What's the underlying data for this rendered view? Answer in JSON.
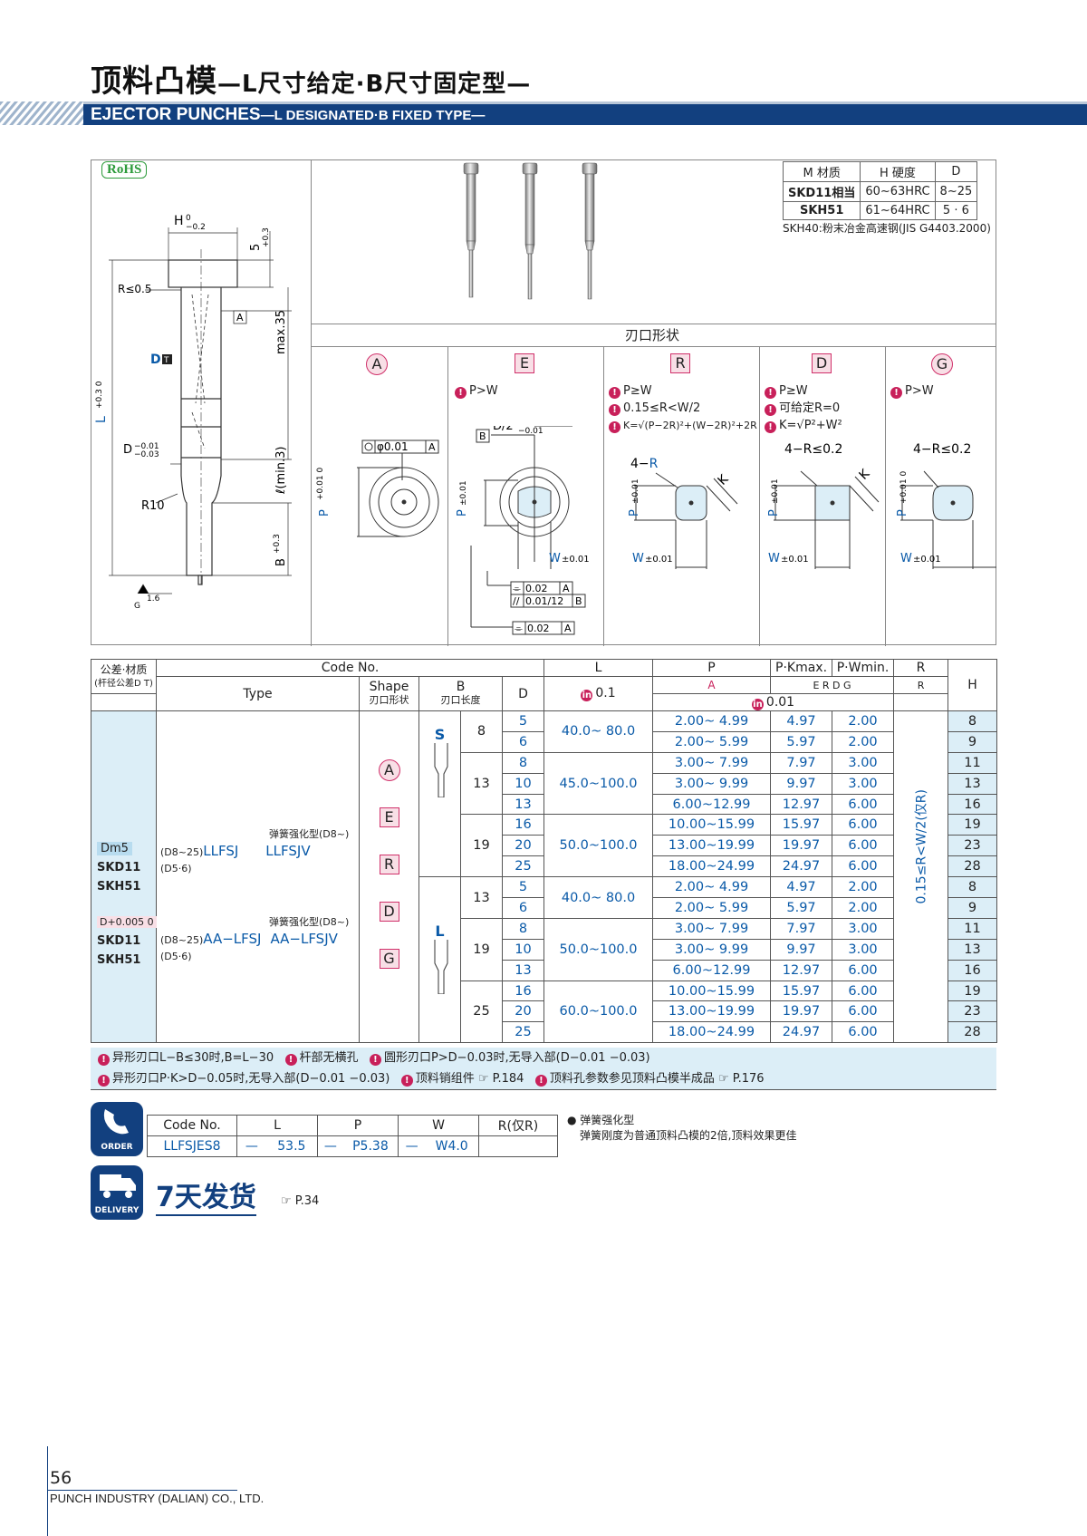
{
  "title": {
    "cn_main": "顶料凸模",
    "cn_sub": "—L尺寸给定·B尺寸固定型—",
    "en_main": "EJECTOR PUNCHES",
    "en_sub": "—L DESIGNATED·B FIXED TYPE—"
  },
  "rohs": "RoHS",
  "drawing_labels": {
    "H": "H",
    "H_tol": "0\n−0.2",
    "top5": "5",
    "top5_tol": "+0.3 0",
    "R05": "R≤0.5",
    "datumA": "A",
    "max35": "max.35",
    "D_T": "D",
    "L": "L",
    "L_tol": "+0.3 0",
    "Dtol": "D",
    "Dtol_v": "−0.01 −0.03",
    "lmin": "ℓ(min.3)",
    "R10": "R10",
    "B": "B",
    "B_tol": "+0.3 0",
    "rough": "1.6",
    "G": "G"
  },
  "materials": {
    "headers": [
      "M 材质",
      "H 硬度",
      "D"
    ],
    "rows": [
      [
        "SKD11相当",
        "60~63HRC",
        "8~25"
      ],
      [
        "SKH51",
        "61~64HRC",
        "5 · 6"
      ]
    ],
    "note": "SKH40:粉末冶金高速钢(JIS G4403.2000)"
  },
  "shape_header": "刃口形状",
  "shapes": [
    {
      "key": "A",
      "conds": []
    },
    {
      "key": "E",
      "conds": [
        "P>W"
      ]
    },
    {
      "key": "R",
      "conds": [
        "P≥W",
        "0.15≤R<W/2",
        "K=√(P−2R)²+(W−2R)²+2R"
      ]
    },
    {
      "key": "D",
      "conds": [
        "P≥W",
        "可给定R=0",
        "K=√P²+W²"
      ]
    },
    {
      "key": "G",
      "conds": [
        "P>W"
      ]
    }
  ],
  "shape_labels": {
    "phi": "φ0.01",
    "A": "A",
    "P001": "P±0.01",
    "P_plus": "P+0.01 0",
    "W001": "W±0.01",
    "D2": "D/2",
    "D2tol": "0 −0.01",
    "B": "B",
    "fourR": "4−R",
    "fourR02": "4−R≤0.2",
    "K": "K",
    "gd1": "0.02",
    "gd2": "0.01/12",
    "gd3": "0.02",
    "gdA": "A",
    "gdB": "B"
  },
  "table": {
    "h_tol": "公差·材质",
    "h_tol2": "(杆径公差D T)",
    "h_code": "Code No.",
    "h_type": "Type",
    "h_shape": "Shape",
    "h_shape2": "刃口形状",
    "h_B": "B",
    "h_B2": "刃口长度",
    "h_D": "D",
    "h_L": "L",
    "h_L_inc": "0.1",
    "h_P": "P",
    "h_P_shape": "A",
    "h_Pk": "P·Kmax.",
    "h_Pw": "P·Wmin.",
    "h_PkSub": "E R D G",
    "h_inc001": "0.01",
    "h_R": "R",
    "h_Rsub": "R",
    "h_H": "H",
    "left": {
      "tol1": "Dm5",
      "tol2": "D+0.005 0",
      "mat1": "SKD11",
      "mat2": "SKH51",
      "d1": "(D8~25)",
      "d2": "(D5·6)",
      "type1": "LLFSJ",
      "type1v": "LLFSJV",
      "type2": "AA−LFSJ",
      "type2v": "AA−LFSJV",
      "spring": "弹簧强化型(D8~)"
    },
    "shapes_col": [
      "A",
      "E",
      "R",
      "D",
      "G"
    ],
    "series_S": "S",
    "series_L": "L",
    "R_text": "0.15≤R<W/2(仅R)",
    "groups": [
      {
        "B": "8",
        "rows": [
          [
            "5",
            "2.00~ 4.99",
            "4.97",
            "2.00",
            "8"
          ],
          [
            "6",
            "2.00~ 5.99",
            "5.97",
            "2.00",
            "9"
          ]
        ],
        "L": "40.0~ 80.0"
      },
      {
        "B": "13",
        "rows": [
          [
            "8",
            "3.00~ 7.99",
            "7.97",
            "3.00",
            "11"
          ],
          [
            "10",
            "3.00~ 9.99",
            "9.97",
            "3.00",
            "13"
          ],
          [
            "13",
            "6.00~12.99",
            "12.97",
            "6.00",
            "16"
          ]
        ],
        "L": "45.0~100.0"
      },
      {
        "B": "19",
        "rows": [
          [
            "16",
            "10.00~15.99",
            "15.97",
            "6.00",
            "19"
          ],
          [
            "20",
            "13.00~19.99",
            "19.97",
            "6.00",
            "23"
          ],
          [
            "25",
            "18.00~24.99",
            "24.97",
            "6.00",
            "28"
          ]
        ],
        "L": "50.0~100.0"
      },
      {
        "B": "13",
        "rows": [
          [
            "5",
            "2.00~ 4.99",
            "4.97",
            "2.00",
            "8"
          ],
          [
            "6",
            "2.00~ 5.99",
            "5.97",
            "2.00",
            "9"
          ]
        ],
        "L": "40.0~ 80.0"
      },
      {
        "B": "19",
        "rows": [
          [
            "8",
            "3.00~ 7.99",
            "7.97",
            "3.00",
            "11"
          ],
          [
            "10",
            "3.00~ 9.99",
            "9.97",
            "3.00",
            "13"
          ],
          [
            "13",
            "6.00~12.99",
            "12.97",
            "6.00",
            "16"
          ]
        ],
        "L": "50.0~100.0"
      },
      {
        "B": "25",
        "rows": [
          [
            "16",
            "10.00~15.99",
            "15.97",
            "6.00",
            "19"
          ],
          [
            "20",
            "13.00~19.99",
            "19.97",
            "6.00",
            "23"
          ],
          [
            "25",
            "18.00~24.99",
            "24.97",
            "6.00",
            "28"
          ]
        ],
        "L": "60.0~100.0"
      }
    ]
  },
  "footnotes": {
    "line1": [
      "异形刃口L−B≤30时,B=L−30",
      "杆部无横孔",
      "圆形刃口P>D−0.03时,无导入部(D−0.01 −0.03)"
    ],
    "line2": [
      "异形刃口P·K>D−0.05时,无导入部(D−0.01 −0.03)",
      "顶料销组件 ☞ P.184",
      "顶料孔参数参见顶料凸模半成品 ☞ P.176"
    ]
  },
  "order": {
    "badge": "ORDER",
    "headers": [
      "Code No.",
      "L",
      "P",
      "W",
      "R(仅R)"
    ],
    "example": [
      "LLFSJES8",
      "—",
      "53.5",
      "—",
      "P5.38",
      "—",
      "W4.0"
    ],
    "note_title": "● 弹簧强化型",
    "note_body": "弹簧刚度为普通顶料凸模的2倍,顶料效果更佳"
  },
  "delivery": {
    "badge": "DELIVERY",
    "text": "7天发货",
    "ref": "☞ P.34"
  },
  "page": {
    "number": "56",
    "company": "PUNCH INDUSTRY (DALIAN) CO., LTD."
  },
  "colors": {
    "accent_blue": "#12407f",
    "light_blue": "#dceef7",
    "pink": "#c8205a"
  }
}
